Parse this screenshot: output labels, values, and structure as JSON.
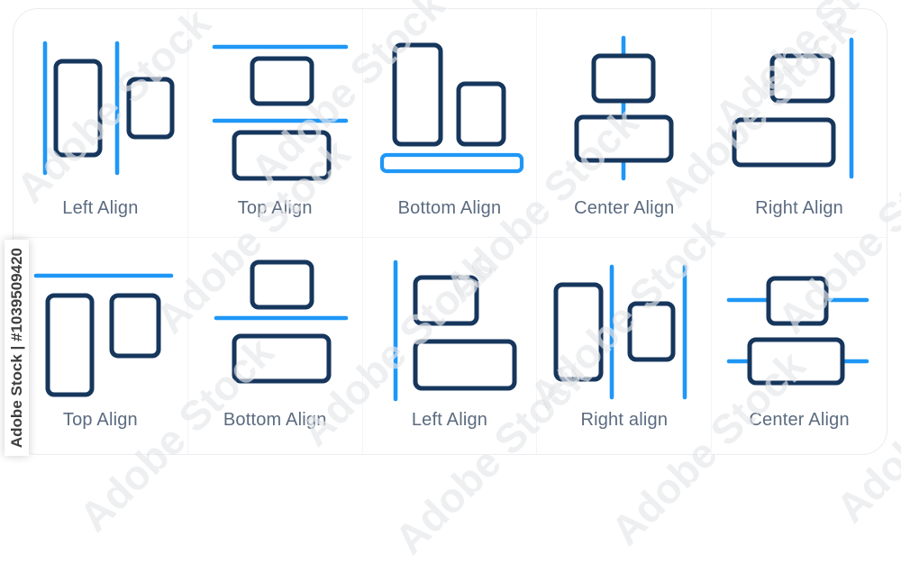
{
  "colors": {
    "shape_stroke": "#16365c",
    "accent_line": "#1f97f6",
    "label_text": "#5b6b80",
    "card_border": "#ececf0",
    "cell_divider": "#f2f4f7"
  },
  "watermark": {
    "bar_text": "Adobe Stock | #1039509420",
    "diagonal_text": "Adobe Stock"
  },
  "grid": {
    "rows": 2,
    "cols": 5
  },
  "cards": [
    {
      "icon": "left-align-icon",
      "label": "Left Align"
    },
    {
      "icon": "top-align-icon",
      "label": "Top Align"
    },
    {
      "icon": "bottom-align-icon",
      "label": "Bottom Align"
    },
    {
      "icon": "center-align-icon",
      "label": "Center Align"
    },
    {
      "icon": "right-align-icon",
      "label": "Right Align"
    },
    {
      "icon": "top-align-2-icon",
      "label": "Top Align"
    },
    {
      "icon": "bottom-align-2-icon",
      "label": "Bottom Align"
    },
    {
      "icon": "left-align-2-icon",
      "label": "Left Align"
    },
    {
      "icon": "right-align-2-icon",
      "label": "Right align"
    },
    {
      "icon": "center-align-2-icon",
      "label": "Center Align"
    }
  ]
}
